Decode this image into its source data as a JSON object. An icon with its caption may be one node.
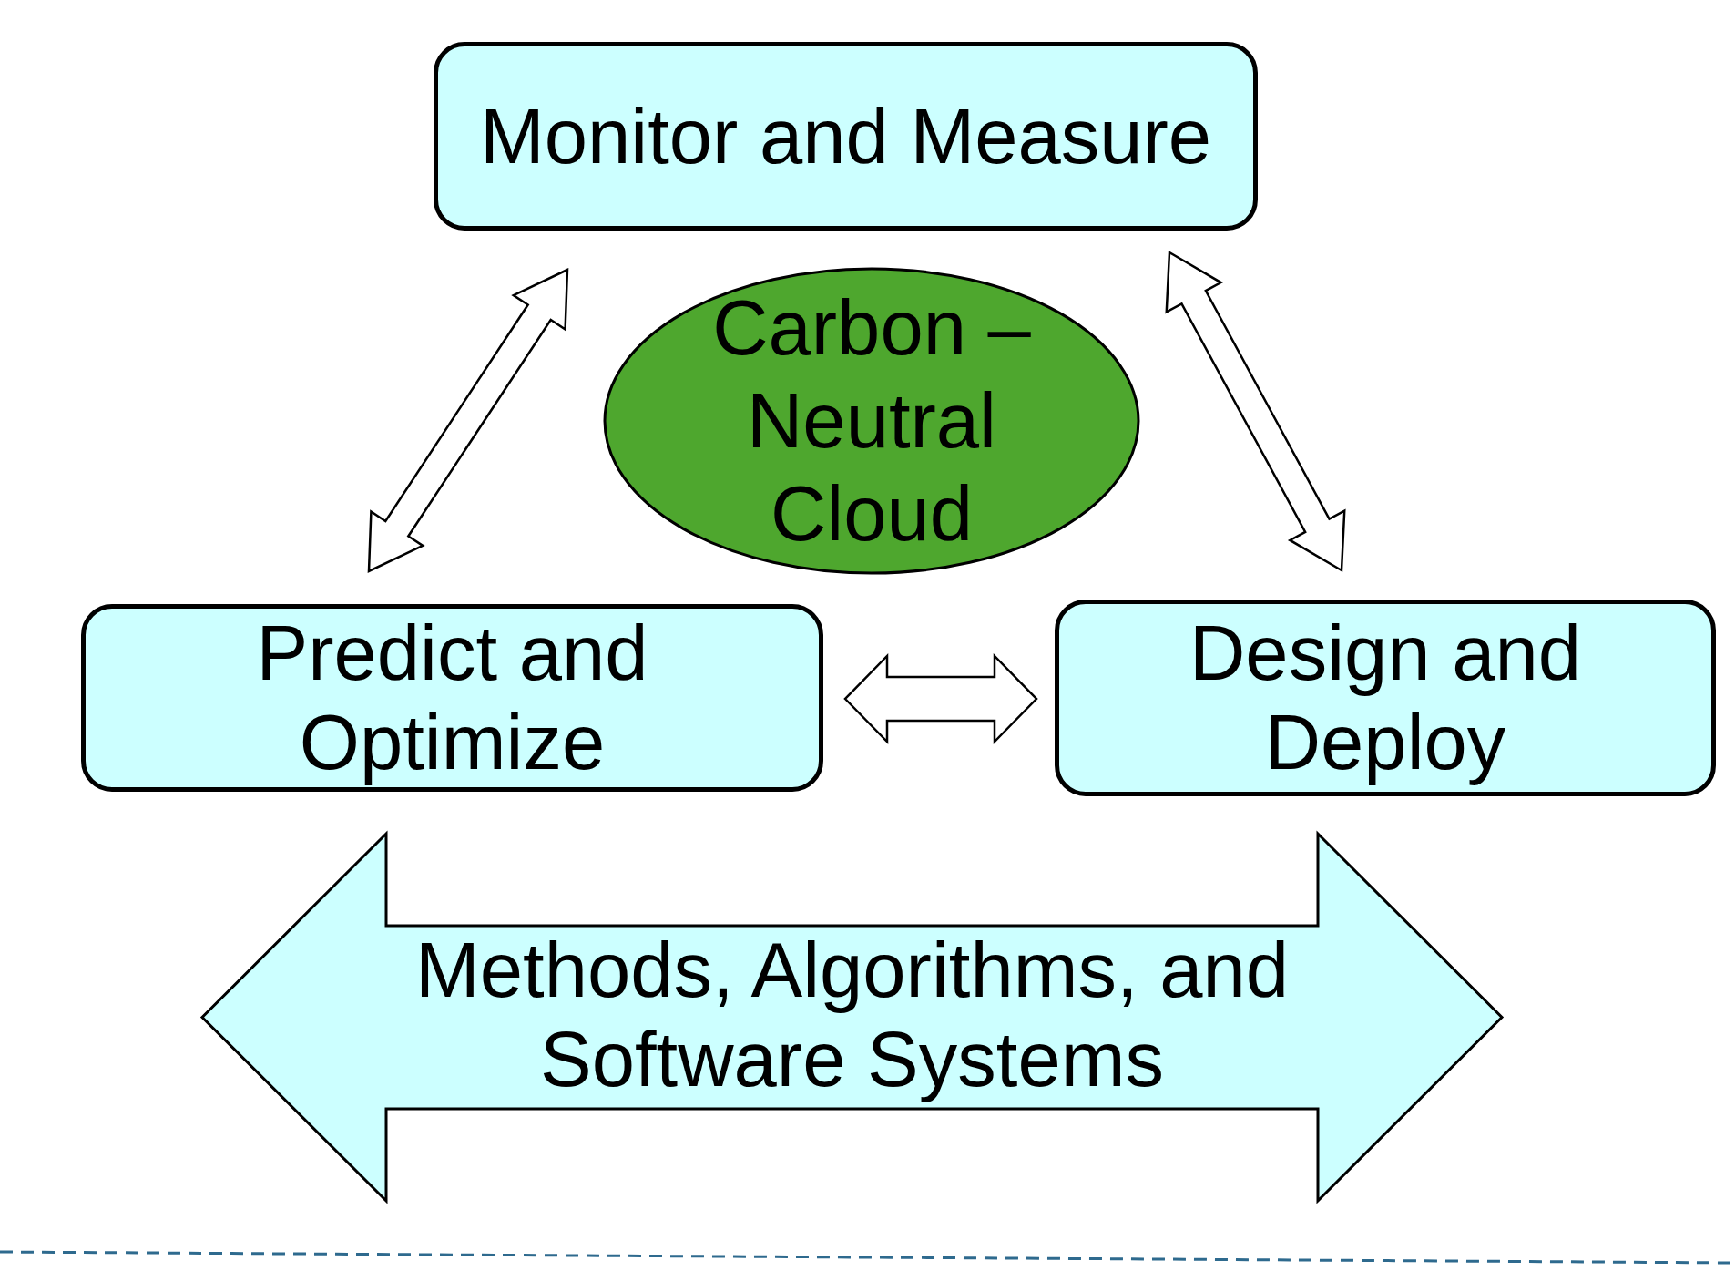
{
  "diagram": {
    "nodes": [
      {
        "text": [
          "Monitor and Measure"
        ]
      },
      {
        "text": [
          "Carbon – Neutral Cloud"
        ]
      },
      {
        "text": [
          "Predict and Optimize"
        ]
      },
      {
        "text": [
          "Design and Deploy"
        ]
      },
      {
        "text": [
          "Methods, Algorithms, and Software Systems"
        ]
      }
    ],
    "edges": [
      {
        "from": 0,
        "to": 2,
        "arrow": "both"
      },
      {
        "from": 0,
        "to": 3,
        "arrow": "both"
      },
      {
        "from": 2,
        "to": 3,
        "arrow": "both"
      }
    ]
  }
}
